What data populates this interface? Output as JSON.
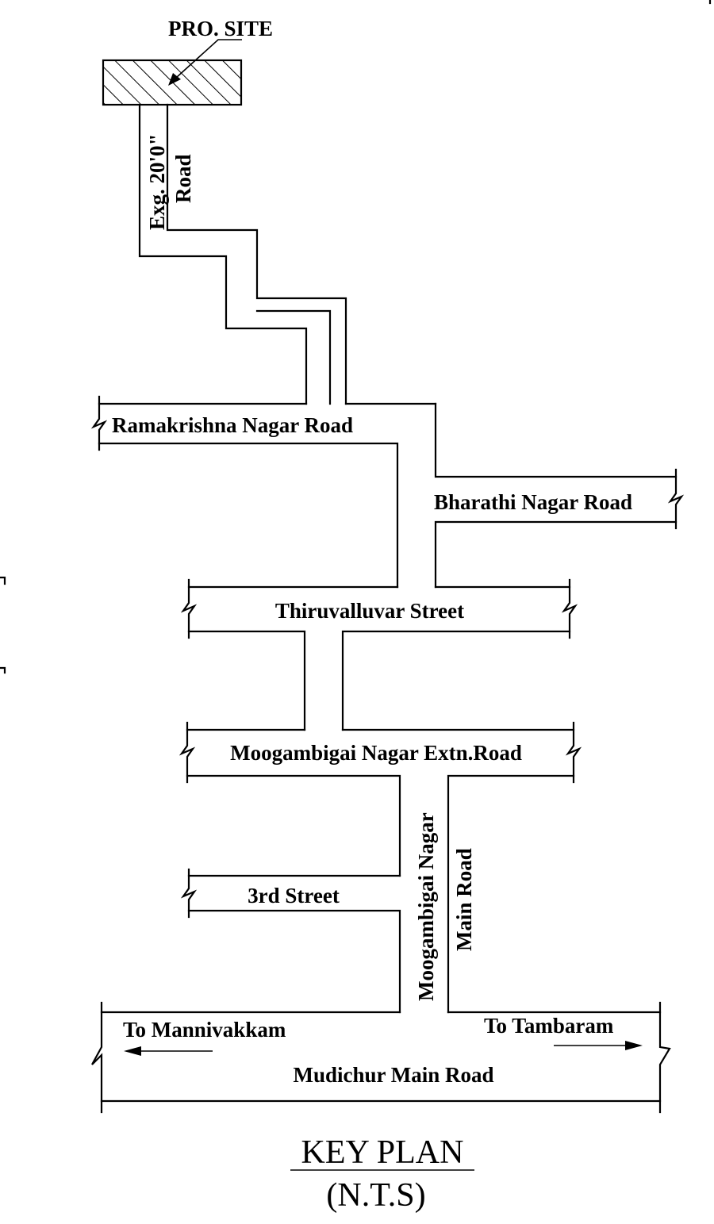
{
  "site_label": "PRO. SITE",
  "roads": {
    "exg_road_line1": "Exg. 20'0\"",
    "exg_road_line2": "Road",
    "ramakrishna": "Ramakrishna Nagar Road",
    "bharathi": "Bharathi Nagar Road",
    "thiruvalluvar": "Thiruvalluvar Street",
    "moogambigai_extn": "Moogambigai Nagar Extn.Road",
    "third_street": "3rd Street",
    "moogambigai_main_line1": "Moogambigai Nagar",
    "moogambigai_main_line2": "Main Road",
    "mudichur": "Mudichur Main Road"
  },
  "directions": {
    "left": "To Mannivakkam",
    "right": "To Tambaram"
  },
  "title": "KEY PLAN",
  "subtitle": "(N.T.S)"
}
